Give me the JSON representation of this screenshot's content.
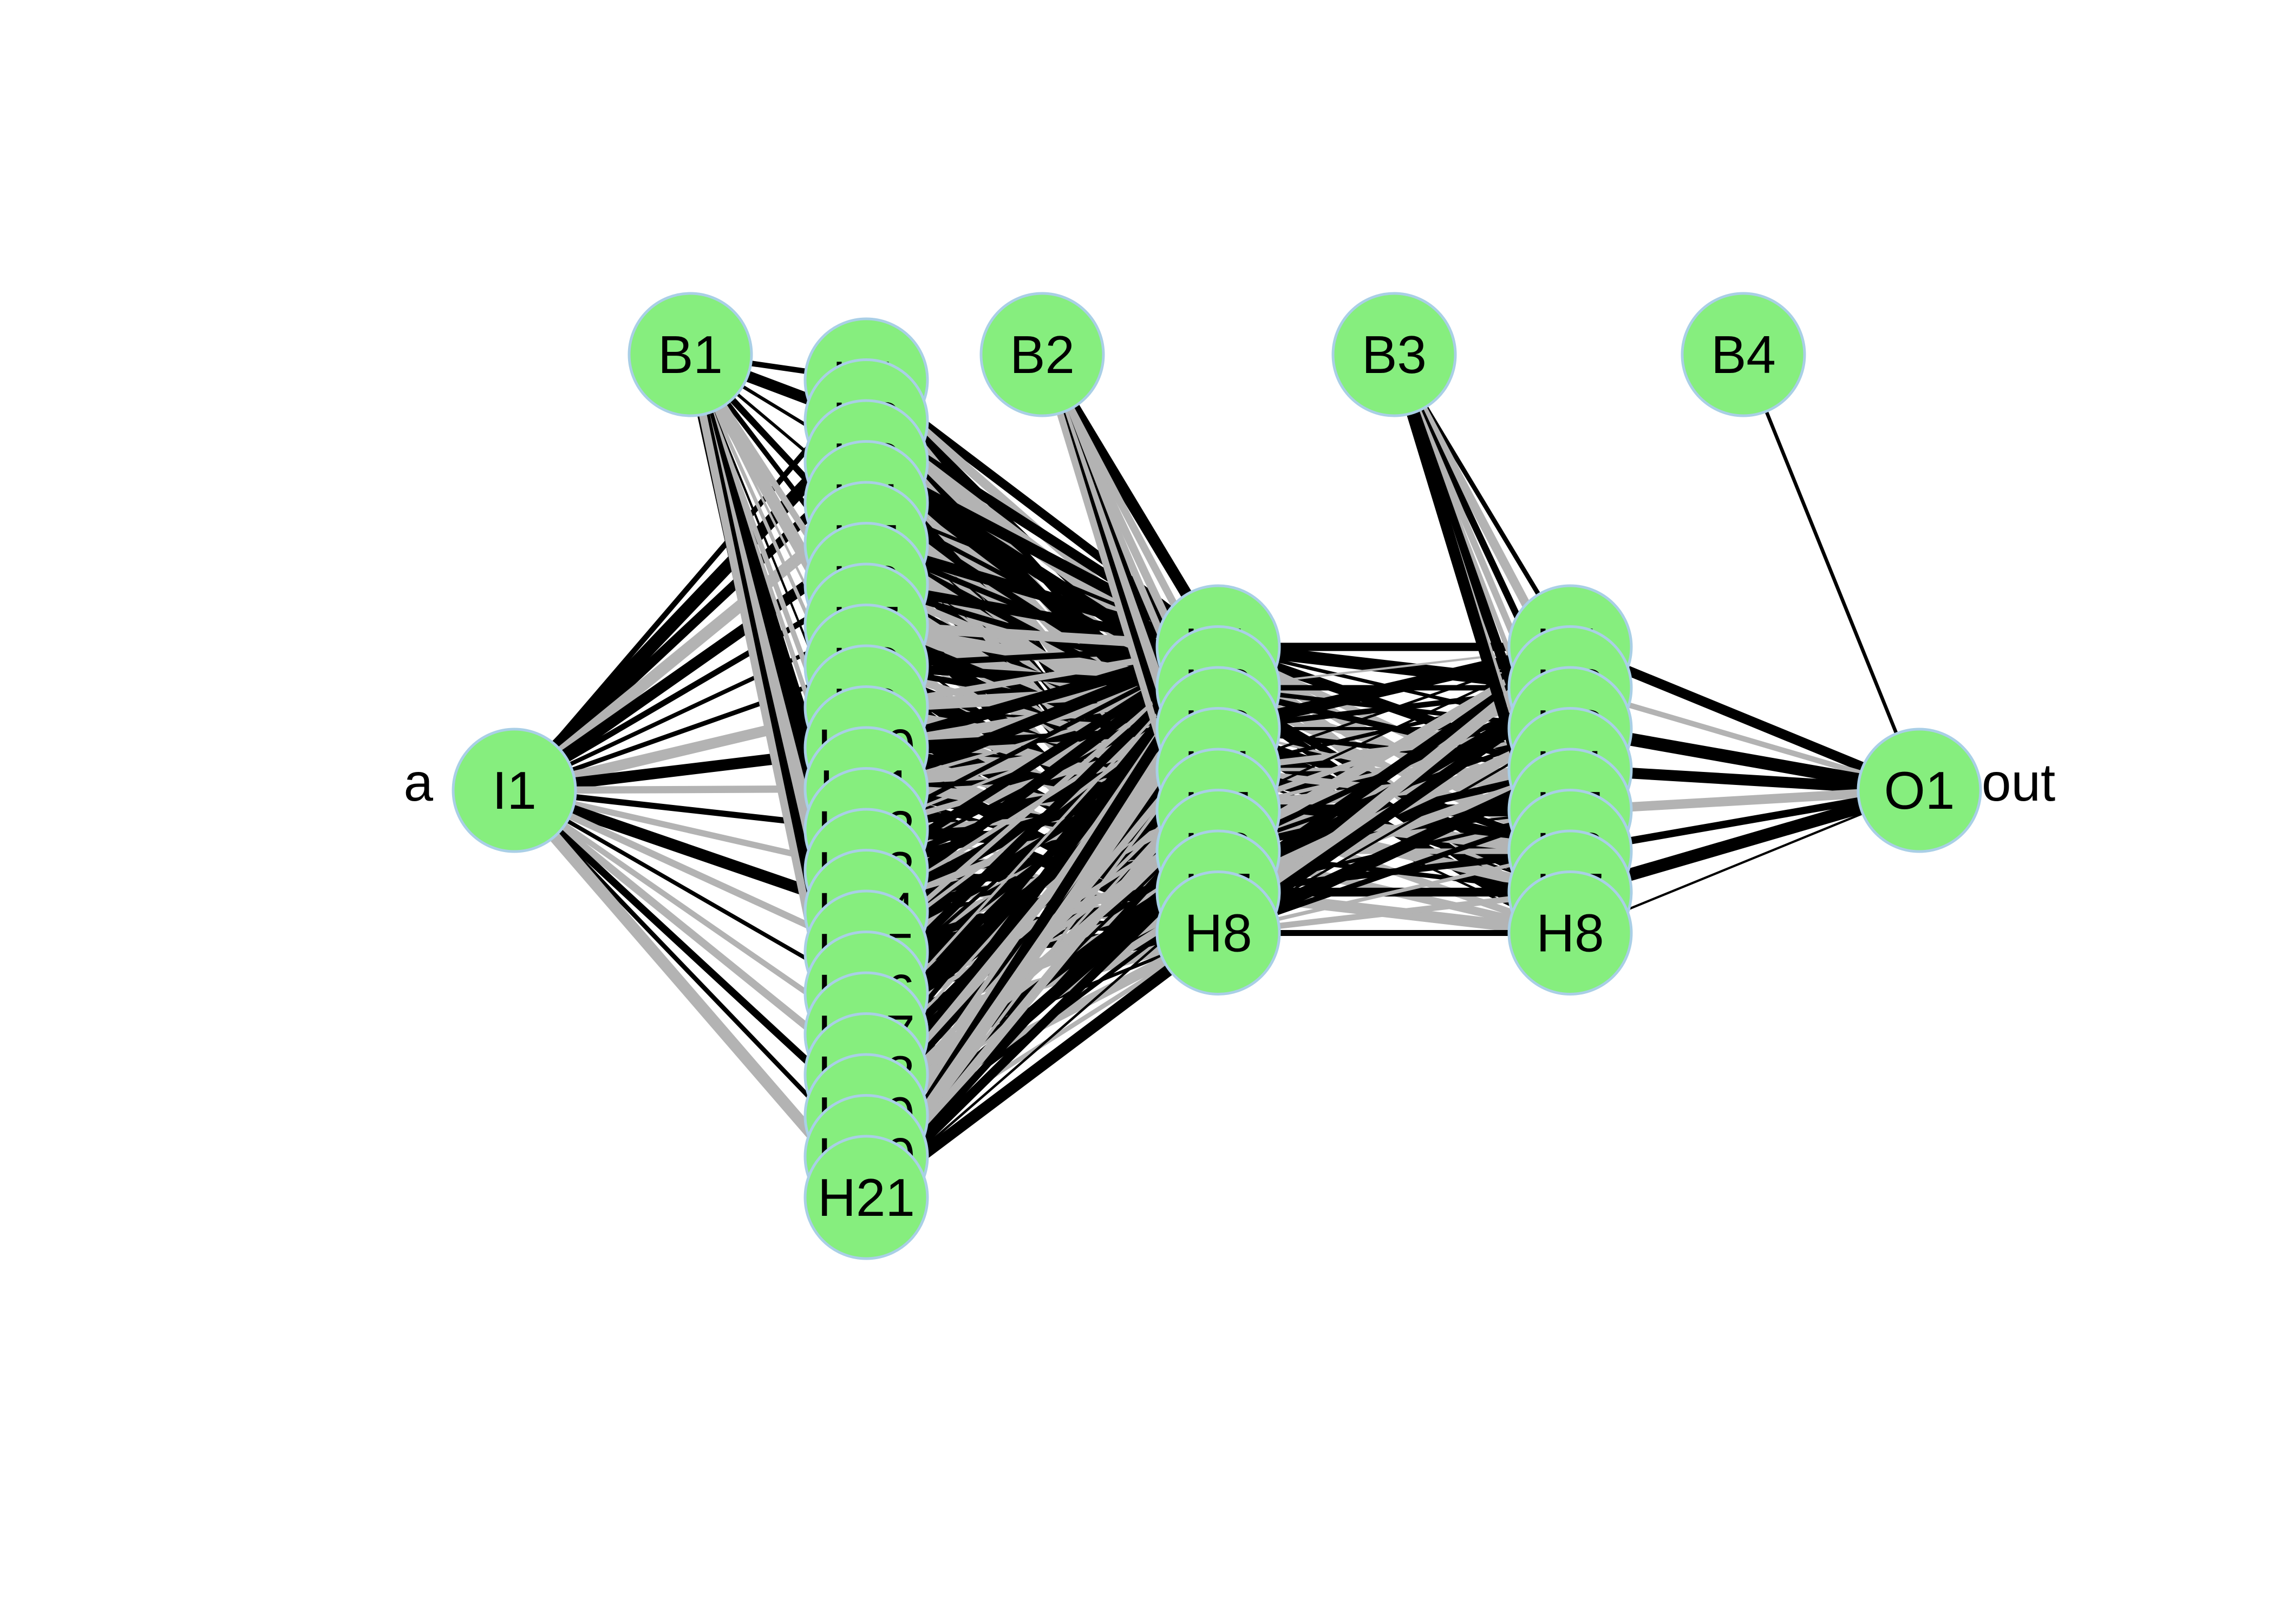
{
  "colors": {
    "node_fill": "#86ee7e",
    "node_stroke": "#a9cfe6",
    "positive_weight": "#000000",
    "negative_weight": "#b3b3b3",
    "background": "#ffffff"
  },
  "input_variable": "a",
  "output_variable": "out",
  "input_node": "I1",
  "output_node": "O1",
  "bias_nodes": [
    "B1",
    "B2",
    "B3",
    "B4"
  ],
  "hidden_layers": [
    {
      "nodes": [
        "H1",
        "H2",
        "H3",
        "H4",
        "H5",
        "H6",
        "H7",
        "H8",
        "H9",
        "H10",
        "H11",
        "H12",
        "H13",
        "H14",
        "H15",
        "H16",
        "H17",
        "H18",
        "H19",
        "H20",
        "H21"
      ]
    },
    {
      "nodes": [
        "H1",
        "H2",
        "H3",
        "H4",
        "H5",
        "H6",
        "H7",
        "H8"
      ]
    },
    {
      "nodes": [
        "H1",
        "H2",
        "H3",
        "H4",
        "H5",
        "H6",
        "H7",
        "H8"
      ]
    }
  ]
}
